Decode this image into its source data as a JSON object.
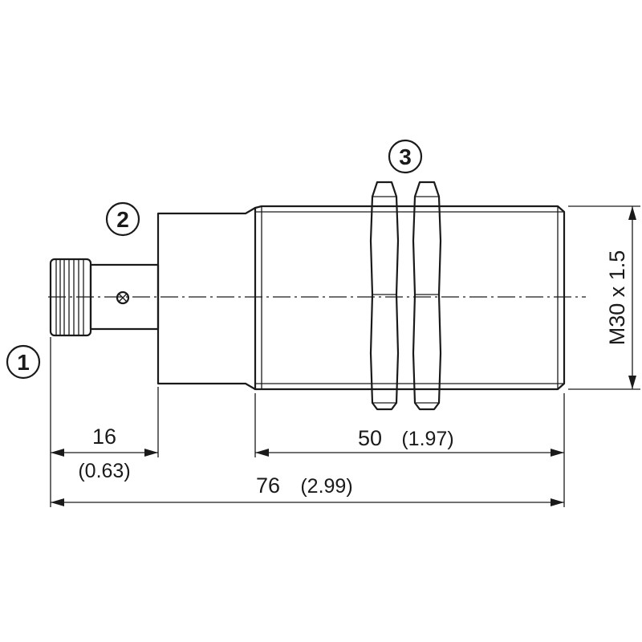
{
  "callouts": {
    "c1": "1",
    "c2": "2",
    "c3": "3"
  },
  "dimensions": {
    "d16_mm": "16",
    "d16_in": "(0.63)",
    "d50_mm": "50",
    "d50_in": "(1.97)",
    "d76_mm": "76",
    "d76_in": "(2.99)",
    "thread": "M30 x 1.5"
  }
}
